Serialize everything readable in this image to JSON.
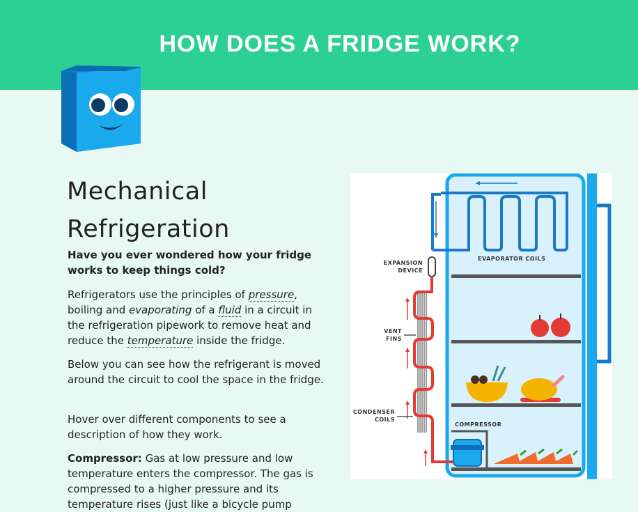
{
  "banner": {
    "title": "HOW DOES A FRIDGE WORK?"
  },
  "heading": {
    "line1": "Mechanical",
    "line2": "Refrigeration"
  },
  "intro": {
    "question": "Have you ever wondered how your fridge works to keep things cold?"
  },
  "para1": {
    "t1": "Refrigerators use the principles of ",
    "pressure": "pressure",
    "t2": ", boiling and ",
    "evaporating": "evaporating",
    "t3": " of a ",
    "fluid": "fluid",
    "t4": " in a circuit in the refrigeration pipework to remove heat and reduce the ",
    "temperature": "temperature",
    "t5": " inside the fridge."
  },
  "para2": {
    "text": "Below you can see how the refrigerant is moved around the circuit to cool the space in the fridge."
  },
  "para3": {
    "text": "Hover over different components to see a description of how they work."
  },
  "para4": {
    "label": "Compressor:",
    "text": " Gas at low pressure and low temperature enters the compressor. The gas is compressed to a higher pressure and its temperature rises (just like a bicycle pump"
  },
  "diagram": {
    "expansion_1": "EXPANSION",
    "expansion_2": "DEVICE",
    "evaporator": "EVAPORATOR COILS",
    "vent_1": "VENT",
    "vent_2": "FINS",
    "condenser_1": "CONDENSER",
    "condenser_2": "COILS",
    "compressor": "COMPRESSOR"
  },
  "colors": {
    "banner": "#2ccf94",
    "background": "#e8f9f3",
    "fridge_outline": "#1aa9ec",
    "cold_pipe": "#1c79c8",
    "hot_pipe": "#e53935"
  },
  "icons": [
    "fridge-mascot-icon"
  ]
}
